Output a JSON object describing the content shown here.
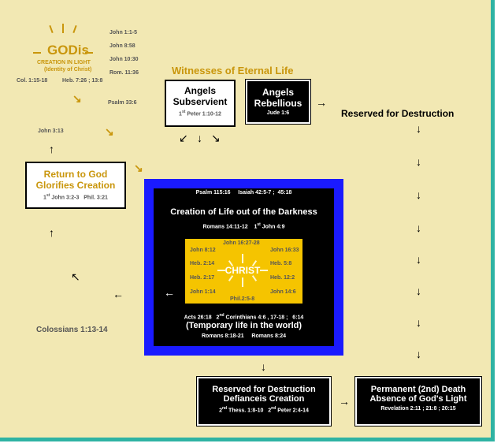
{
  "godis": {
    "title": "GODis",
    "subtitle1": "CREATION IN LIGHT",
    "subtitle2": "(Identity of Christ)",
    "refs_left": "Col. 1:15-18",
    "refs_right": "Heb. 7:26 ; 13:8"
  },
  "side_refs": {
    "john_1": "John 1:1-5",
    "john_8": "John 8:58",
    "john_10": "John 10:30",
    "rom_11": "Rom. 11:36",
    "psalm_33": "Psalm 33:6",
    "john_3": "John 3:13",
    "colossians": "Colossians 1:13-14"
  },
  "witnesses": {
    "title": "Witnesses of Eternal Life"
  },
  "angels_subservient": {
    "line1": "Angels",
    "line2": "Subservient",
    "ref_sup": "st",
    "ref_pre": "1",
    "ref_post": " Peter 1:10-12"
  },
  "angels_rebellious": {
    "line1": "Angels",
    "line2": "Rebellious",
    "ref": "Jude 1:6"
  },
  "reserved_top": "Reserved for Destruction",
  "return_box": {
    "line1": "Return to God",
    "line2": "Glorifies Creation",
    "ref1_pre": "1",
    "ref1_sup": "st",
    "ref1_post": " John 3:2-3",
    "ref2": "Phil. 3:21"
  },
  "creation_box": {
    "ref_top": "Psalm 115:16     Isaiah 42:5-7 ;  45:18",
    "title": "Creation of Life out of the Darkness",
    "ref_mid1": "Romans 14:11-12",
    "ref_mid2_pre": "1",
    "ref_mid2_sup": "st",
    "ref_mid2_post": " John 4:9",
    "ref_bottom_a": "Acts 26:18",
    "ref_bottom_b_pre": "2",
    "ref_bottom_b_sup": "nd",
    "ref_bottom_b_post": " Corinthians 4:6 , 17-18 ;   6:14",
    "subtitle": "(Temporary life in the world)",
    "ref_last": "Romans 8:18-21     Romans 8:24"
  },
  "christ": {
    "label": "CHRIST",
    "top": "John 16:27-28",
    "bottom": "Phil.2:5-8",
    "left": [
      "John 8:12",
      "Heb. 2:14",
      "Heb. 2:17",
      "John 1:14"
    ],
    "right": [
      "John 16:33",
      "Heb. 5:8",
      "Heb. 12:2",
      "John 14:6"
    ]
  },
  "reserved_bottom": {
    "line1": "Reserved for Destruction",
    "line2": "Defianceis Creation",
    "ref_a_pre": "2",
    "ref_a_sup": "nd",
    "ref_a_post": " Thess. 1:8-10",
    "ref_b_pre": "2",
    "ref_b_sup": "nd",
    "ref_b_post": " Peter 2:4-14"
  },
  "permanent_death": {
    "line1": "Permanent (2nd) Death",
    "line2": "Absence of God's Light",
    "ref": "Revelation 2:11 ; 21:8 ; 20:15"
  },
  "arrows": {
    "right": "→",
    "left": "←",
    "down": "↓",
    "up": "↑",
    "down_left": "↙",
    "down_right": "↘",
    "up_left": "↖"
  },
  "colors": {
    "background": "#f2e8b3",
    "gold": "#c9960c",
    "blue_frame": "#1a1aff",
    "christ_yellow": "#f5c400",
    "teal_border": "#2fb3a3"
  }
}
